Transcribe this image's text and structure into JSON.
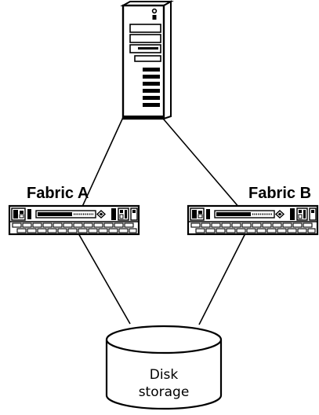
{
  "diagram": {
    "fabric_a_label": "Fabric A",
    "fabric_b_label": "Fabric B",
    "disk_label_line1": "Disk",
    "disk_label_line2": "storage"
  },
  "nodes": {
    "server": {
      "icon": "tower-server-icon"
    },
    "switch_a": {
      "icon": "fibre-channel-switch-icon"
    },
    "switch_b": {
      "icon": "fibre-channel-switch-icon"
    },
    "disk": {
      "icon": "disk-storage-cylinder-icon"
    }
  },
  "colors": {
    "line": "#000000",
    "background": "#ffffff"
  }
}
